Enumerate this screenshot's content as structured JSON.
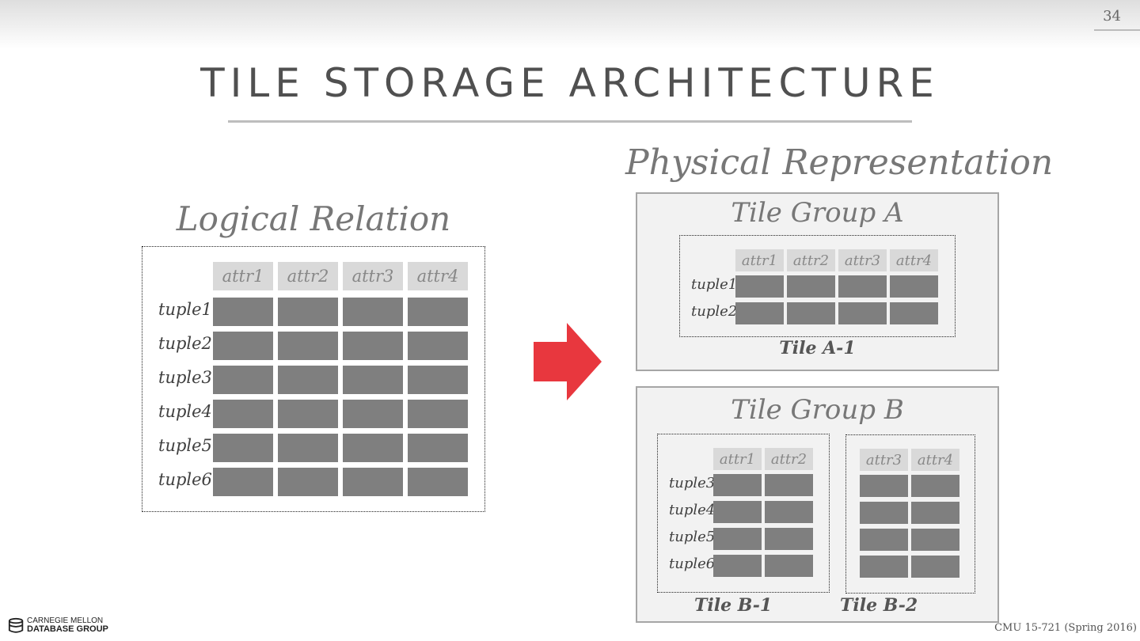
{
  "page_number": "34",
  "title": "TILE STORAGE ARCHITECTURE",
  "footer": "CMU 15-721 (Spring 2016)",
  "logo": {
    "line1": "CARNEGIE MELLON",
    "line2": "DATABASE GROUP"
  },
  "colors": {
    "arrow": "#e8373e",
    "cell": "#7f7f7f",
    "header": "#d9d9d9",
    "group_bg": "#f2f2f2"
  },
  "logical": {
    "heading": "Logical Relation",
    "attrs": [
      "attr1",
      "attr2",
      "attr3",
      "attr4"
    ],
    "tuples": [
      "tuple1",
      "tuple2",
      "tuple3",
      "tuple4",
      "tuple5",
      "tuple6"
    ]
  },
  "physical": {
    "heading": "Physical Representation",
    "group_a": {
      "title": "Tile Group A",
      "tile": {
        "label": "Tile A-1",
        "attrs": [
          "attr1",
          "attr2",
          "attr3",
          "attr4"
        ],
        "tuples": [
          "tuple1",
          "tuple2"
        ]
      }
    },
    "group_b": {
      "title": "Tile Group B",
      "tile1": {
        "label": "Tile B-1",
        "attrs": [
          "attr1",
          "attr2"
        ],
        "tuples": [
          "tuple3",
          "tuple4",
          "tuple5",
          "tuple6"
        ]
      },
      "tile2": {
        "label": "Tile B-2",
        "attrs": [
          "attr3",
          "attr4"
        ]
      }
    }
  }
}
